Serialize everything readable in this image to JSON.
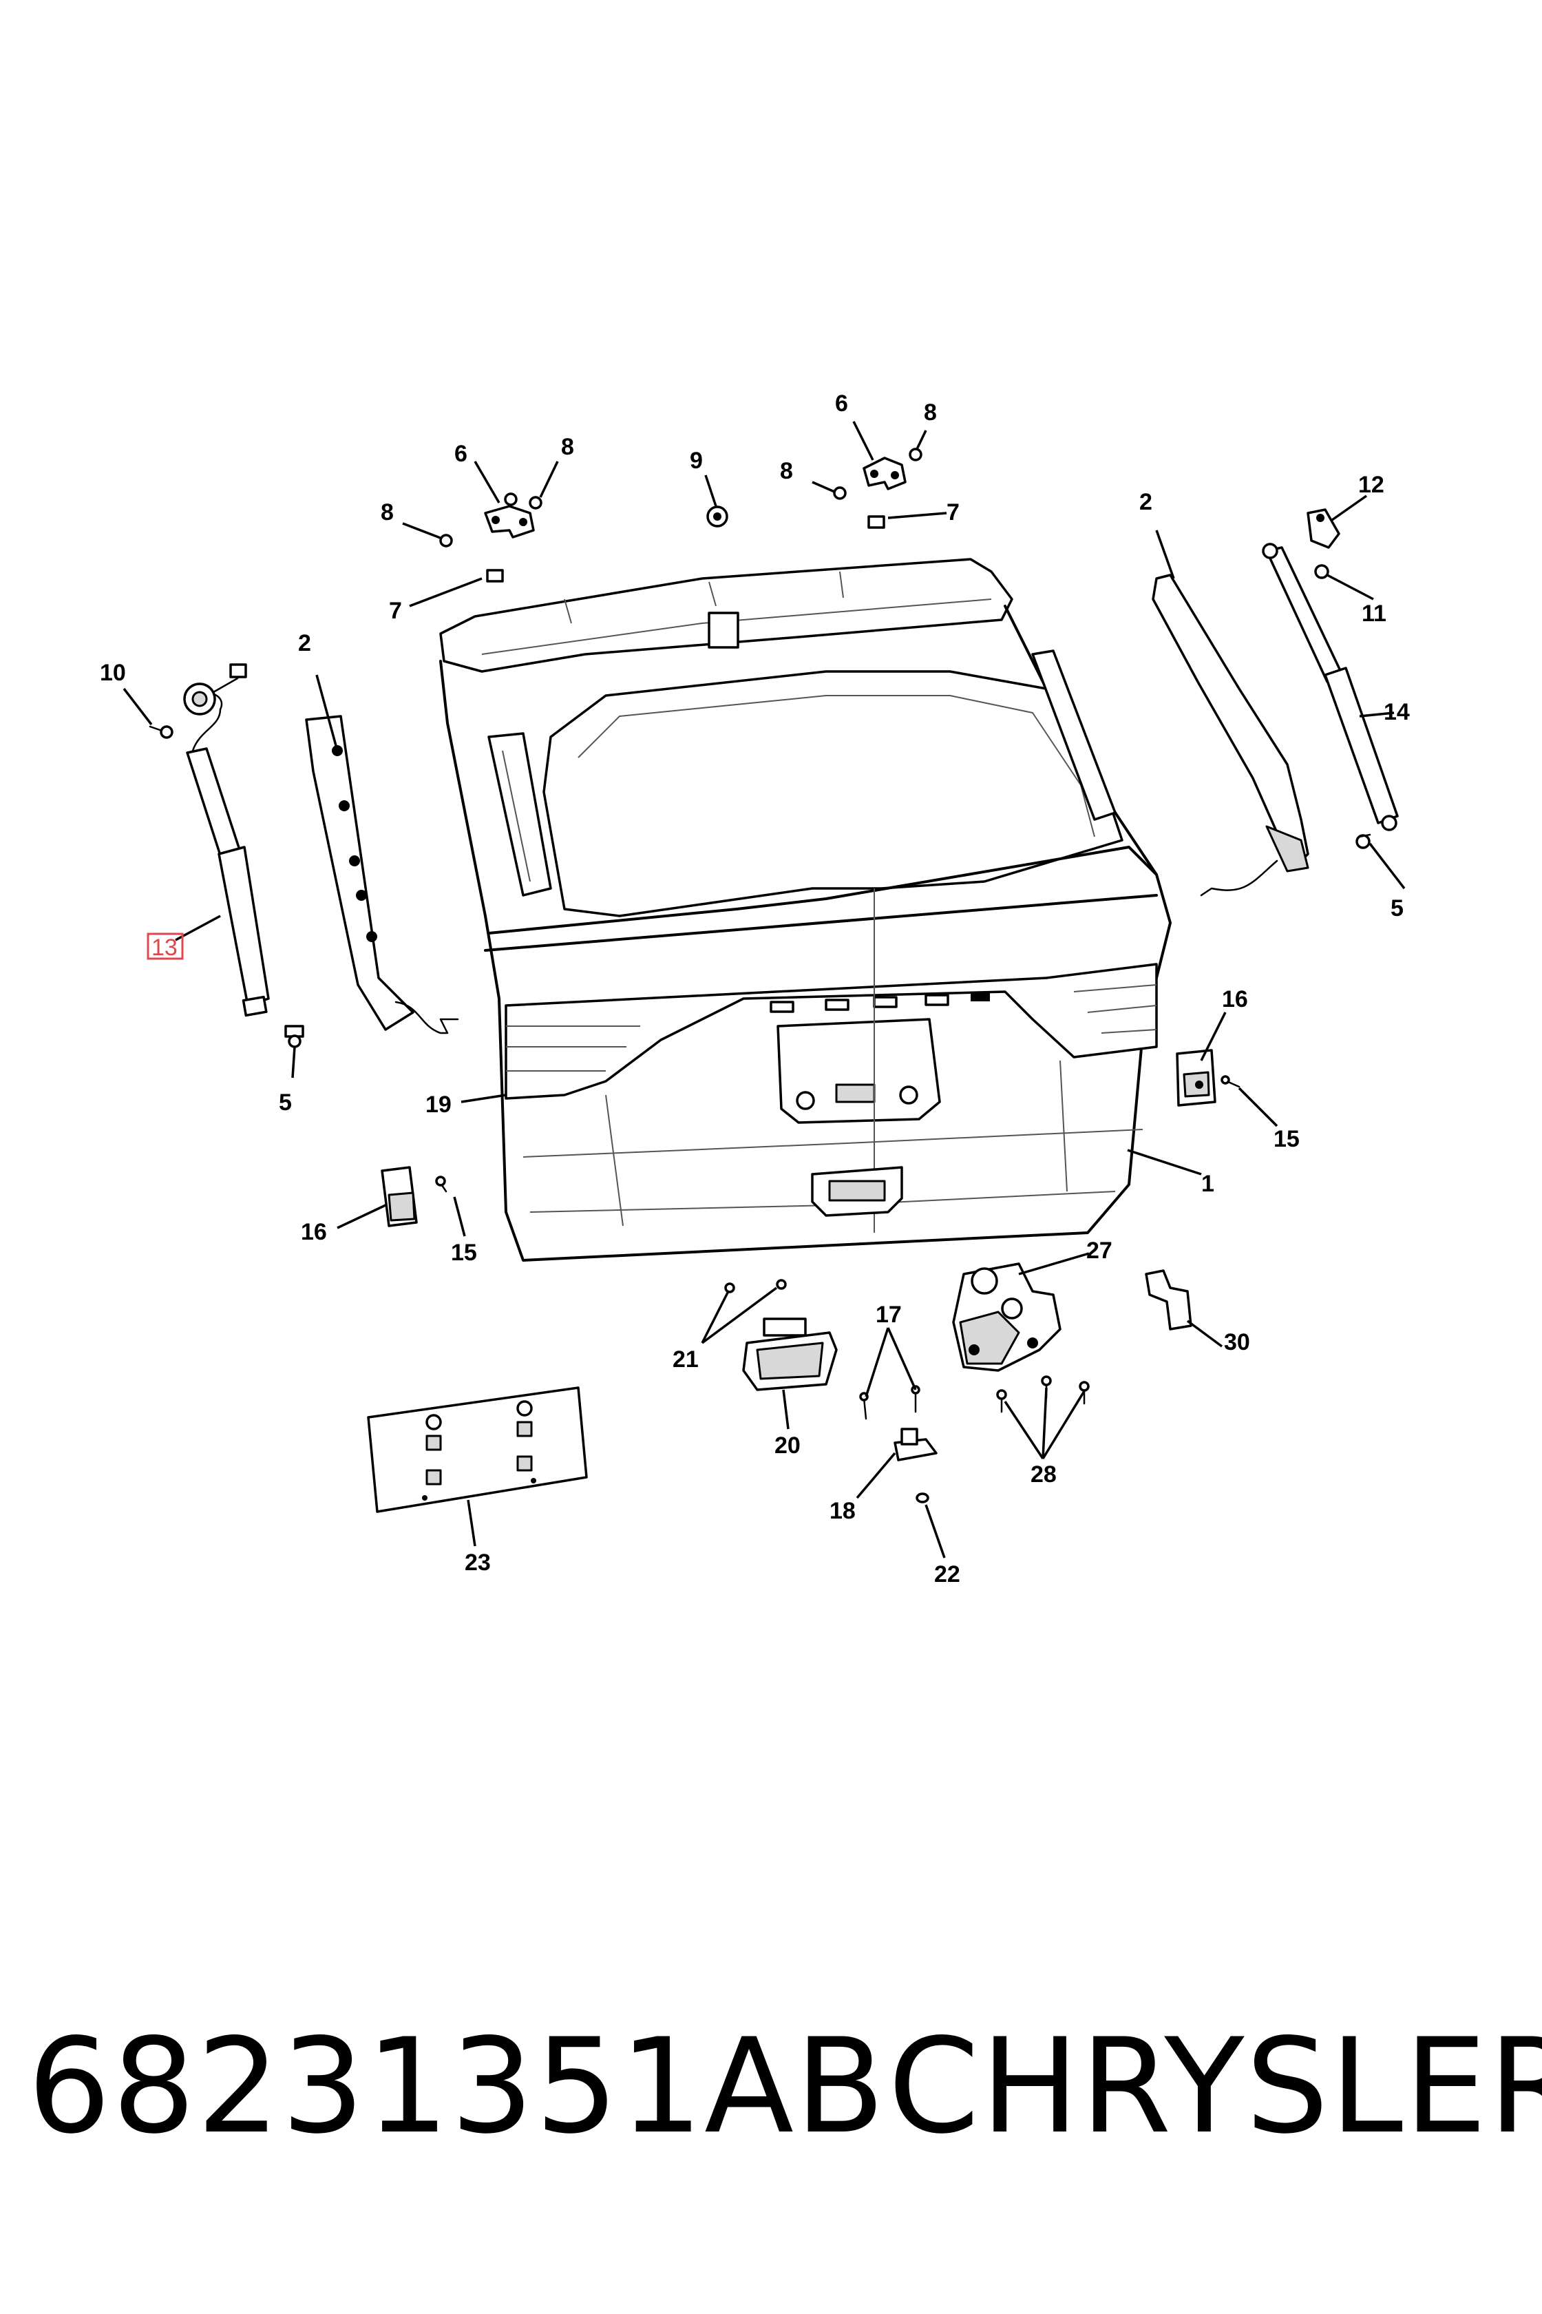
{
  "diagram": {
    "callouts": [
      {
        "id": "c1",
        "text": "1"
      },
      {
        "id": "c2a",
        "text": "2"
      },
      {
        "id": "c2b",
        "text": "2"
      },
      {
        "id": "c5a",
        "text": "5"
      },
      {
        "id": "c5b",
        "text": "5"
      },
      {
        "id": "c6a",
        "text": "6"
      },
      {
        "id": "c6b",
        "text": "6"
      },
      {
        "id": "c7a",
        "text": "7"
      },
      {
        "id": "c7b",
        "text": "7"
      },
      {
        "id": "c8a",
        "text": "8"
      },
      {
        "id": "c8b",
        "text": "8"
      },
      {
        "id": "c8c",
        "text": "8"
      },
      {
        "id": "c8d",
        "text": "8"
      },
      {
        "id": "c9",
        "text": "9"
      },
      {
        "id": "c10",
        "text": "10"
      },
      {
        "id": "c11",
        "text": "11"
      },
      {
        "id": "c12",
        "text": "12"
      },
      {
        "id": "c13",
        "text": "13"
      },
      {
        "id": "c14",
        "text": "14"
      },
      {
        "id": "c15a",
        "text": "15"
      },
      {
        "id": "c15b",
        "text": "15"
      },
      {
        "id": "c16a",
        "text": "16"
      },
      {
        "id": "c16b",
        "text": "16"
      },
      {
        "id": "c17",
        "text": "17"
      },
      {
        "id": "c18",
        "text": "18"
      },
      {
        "id": "c19",
        "text": "19"
      },
      {
        "id": "c20",
        "text": "20"
      },
      {
        "id": "c21",
        "text": "21"
      },
      {
        "id": "c22",
        "text": "22"
      },
      {
        "id": "c23",
        "text": "23"
      },
      {
        "id": "c27",
        "text": "27"
      },
      {
        "id": "c28",
        "text": "28"
      },
      {
        "id": "c30",
        "text": "30"
      }
    ],
    "highlighted_callout": "13",
    "highlight_color": "#e0474c"
  },
  "footer": {
    "part_number": "68231351AB",
    "brand": "CHRYSLER"
  }
}
